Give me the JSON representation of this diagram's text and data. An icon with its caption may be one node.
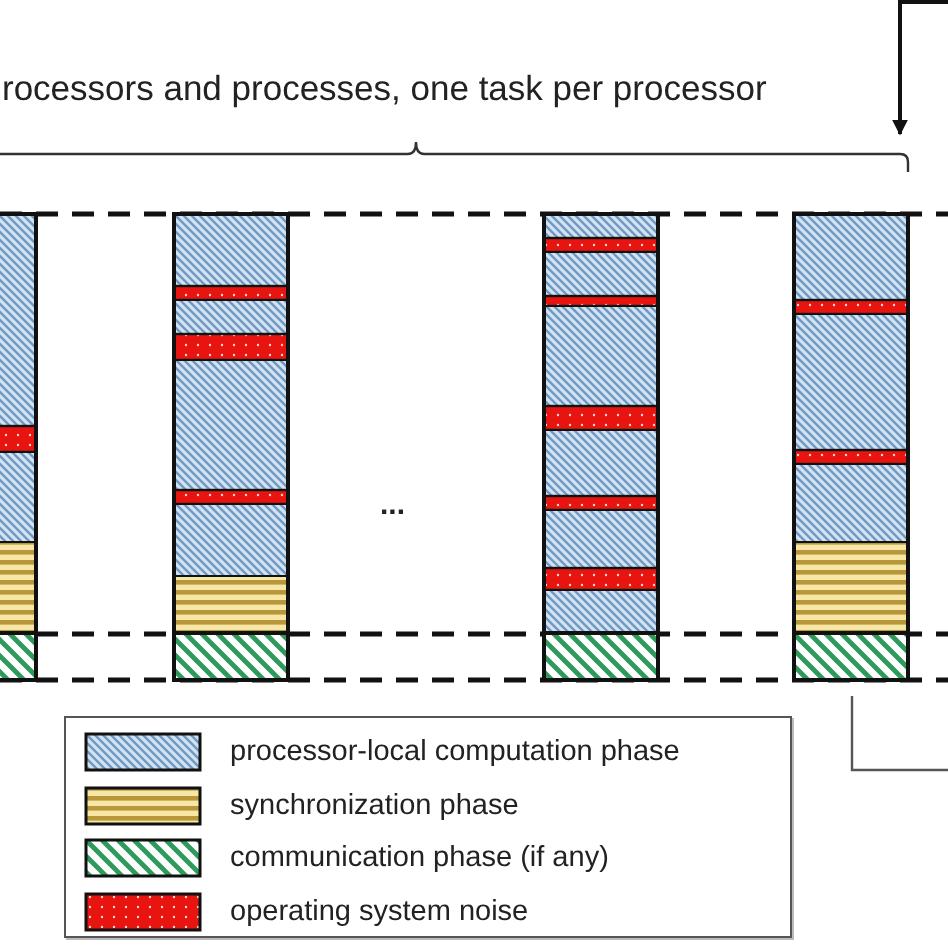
{
  "diagram": {
    "labels": [
      "rocessors and processes, one task per processor",
      "..."
    ],
    "legend": [
      {
        "text": "processor-local computation phase"
      },
      {
        "text": "synchronization phase"
      },
      {
        "text": "communication phase (if any)"
      },
      {
        "text": "operating system noise"
      }
    ]
  }
}
